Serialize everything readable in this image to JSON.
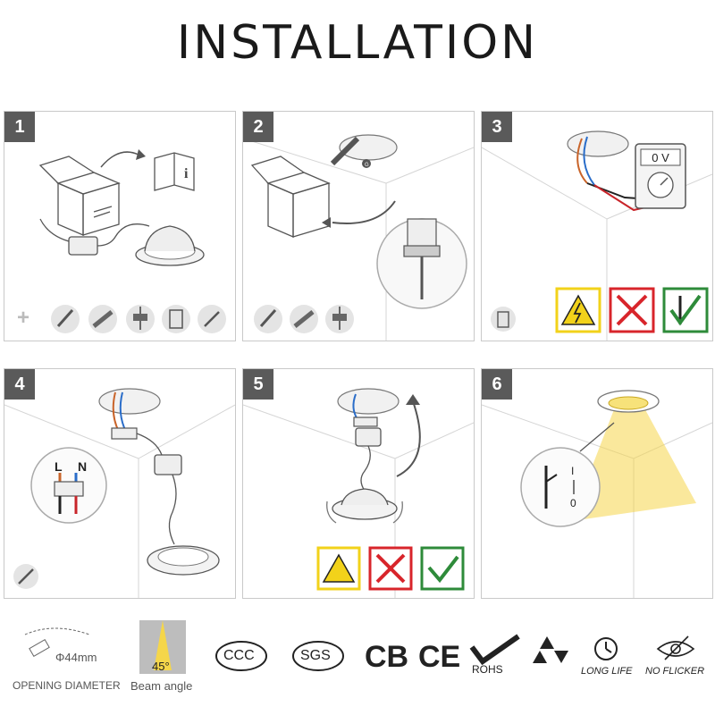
{
  "title": "INSTALLATION",
  "steps": [
    {
      "number": "1"
    },
    {
      "number": "2",
      "marker": "G"
    },
    {
      "number": "3",
      "meter_reading": "0 V"
    },
    {
      "number": "4",
      "wire_labels": [
        "L",
        "N"
      ]
    },
    {
      "number": "5"
    },
    {
      "number": "6",
      "switch_on": "I",
      "switch_off": "0"
    }
  ],
  "footer": {
    "opening_size": "Φ44mm",
    "opening_label": "OPENING DIAMETER",
    "beam_value": "45°",
    "beam_label": "Beam angle",
    "certs": [
      "CCC",
      "SGS",
      "CB",
      "CE"
    ],
    "rohs_label": "ROHS",
    "long_life_label": "LONG LIFE",
    "no_flicker_label": "NO FLICKER"
  },
  "colors": {
    "step_badge": "#5a5a5a",
    "warning_yellow": "#f2d21a",
    "prohibit_red": "#d8252b",
    "ok_green": "#2e8b3a",
    "beam": "#f5d64a"
  }
}
